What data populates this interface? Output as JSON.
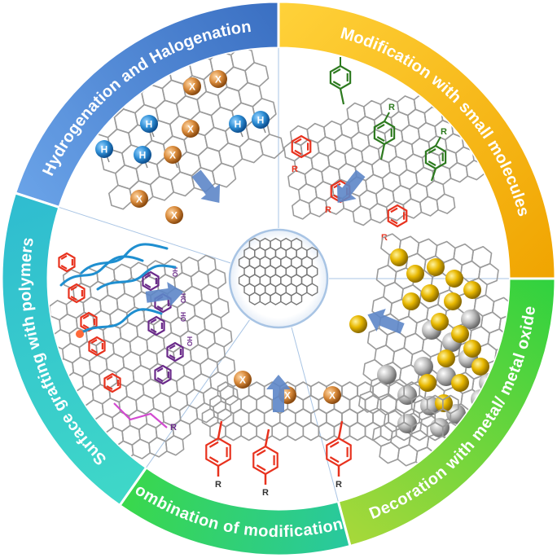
{
  "center": {
    "icon": "graphene-sheet-icon"
  },
  "segments": [
    {
      "id": "hydrogenation",
      "label": "Hydrogenation and Halogenation",
      "color": "#4a7fd0"
    },
    {
      "id": "small-molecules",
      "label": "Modification with small molecules",
      "color": "#f3b417"
    },
    {
      "id": "metal-oxide",
      "label": "Decoration with metal/ metal oxide",
      "color": "#56c83a"
    },
    {
      "id": "combination",
      "label": "Combination of modifications",
      "color": "#2fcf6d"
    },
    {
      "id": "polymers",
      "label": "Surface grafting with polymers",
      "color": "#39c9c9"
    }
  ],
  "atoms": {
    "hydrogen": "H",
    "halogen": "X",
    "substituent": "R",
    "hydroxyl": "OH"
  },
  "colors": {
    "hydrogen_atom": "#2f8fd6",
    "halogen_atom": "#d98a3a",
    "metal_atom": "#e8b800",
    "oxide_atom": "#b8b8b8",
    "arrow": "#5d86c8",
    "lattice": "#9a9a9a",
    "aryl_red": "#e8321e",
    "aryl_green": "#2d7a1f",
    "polymer_blue": "#1f8fd0",
    "polymer_purple": "#6a2a8a"
  }
}
